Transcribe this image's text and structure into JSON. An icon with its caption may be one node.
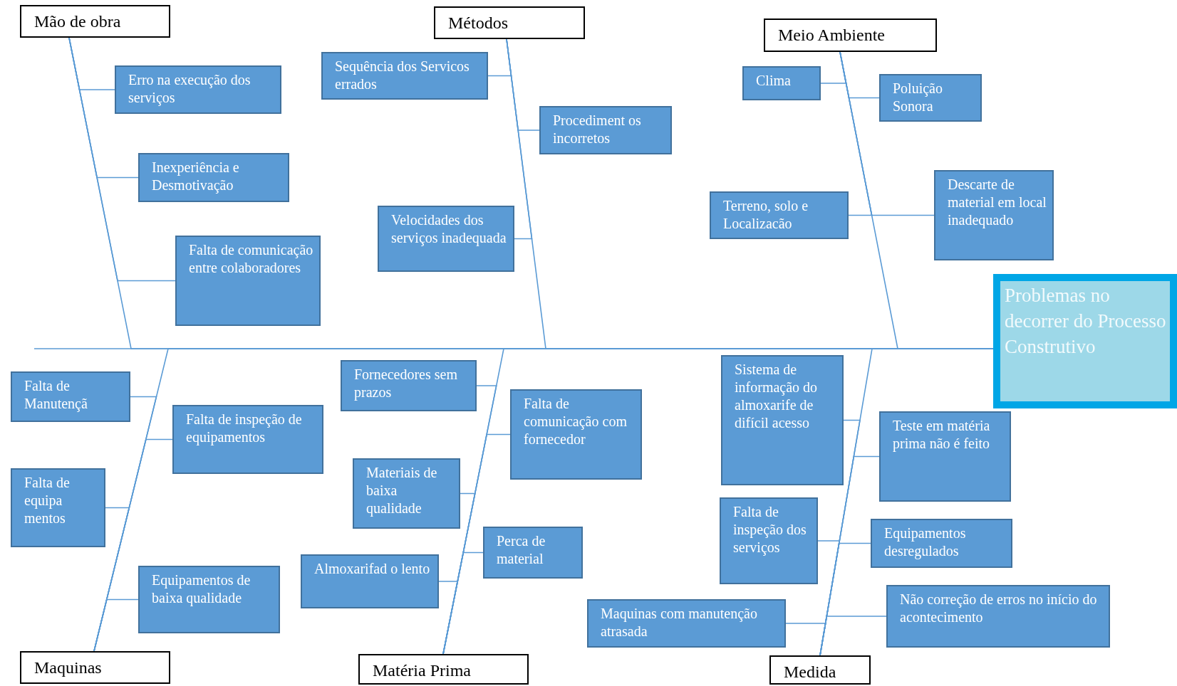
{
  "diagram": {
    "nodes": [
      {
        "text": [
          "Mão de obra"
        ]
      },
      {
        "text": [
          "Erro na execução dos serviços"
        ]
      },
      {
        "text": [
          "Inexperiência e Desmotivação"
        ]
      },
      {
        "text": [
          "Falta de comunicação entre colaboradores"
        ]
      },
      {
        "text": [
          "Métodos"
        ]
      },
      {
        "text": [
          "Sequência dos Servicos errados"
        ]
      },
      {
        "text": [
          "Procediment os incorretos"
        ]
      },
      {
        "text": [
          "Velocidades dos serviços inadequada"
        ]
      },
      {
        "text": [
          "Meio Ambiente"
        ]
      },
      {
        "text": [
          "Clima"
        ]
      },
      {
        "text": [
          "Poluição Sonora"
        ]
      },
      {
        "text": [
          "Terreno, solo e Localizacão"
        ]
      },
      {
        "text": [
          "Descarte de material em local inadequado"
        ]
      },
      {
        "text": [
          "Problemas no decorrer do Processo Construtivo"
        ]
      },
      {
        "text": [
          "Falta de Manutençã"
        ]
      },
      {
        "text": [
          "Falta de inspeção de equipamentos"
        ]
      },
      {
        "text": [
          "Falta de equipa mentos"
        ]
      },
      {
        "text": [
          "Equipamentos de baixa qualidade"
        ]
      },
      {
        "text": [
          "Maquinas"
        ]
      },
      {
        "text": [
          "Fornecedores sem prazos"
        ]
      },
      {
        "text": [
          "Falta de comunicação com fornecedor"
        ]
      },
      {
        "text": [
          "Materiais de baixa qualidade"
        ]
      },
      {
        "text": [
          "Almoxarifad o lento"
        ]
      },
      {
        "text": [
          "Perca de material"
        ]
      },
      {
        "text": [
          "Matéria Prima"
        ]
      },
      {
        "text": [
          "Sistema de informação do almoxarife de difícil acesso"
        ]
      },
      {
        "text": [
          "Teste em matéria prima não é feito"
        ]
      },
      {
        "text": [
          "Falta de inspeção dos serviços"
        ]
      },
      {
        "text": [
          "Equipamentos desregulados"
        ]
      },
      {
        "text": [
          "Maquinas com manutenção atrasada"
        ]
      },
      {
        "text": [
          "Não correção de erros no início do acontecimento"
        ]
      },
      {
        "text": [
          "Medida"
        ]
      }
    ],
    "edges": [
      {
        "from": null,
        "to": 13,
        "arrow": "none"
      },
      {
        "from": 0,
        "to": 13,
        "arrow": "none"
      },
      {
        "from": 4,
        "to": 13,
        "arrow": "none"
      },
      {
        "from": 8,
        "to": 13,
        "arrow": "none"
      },
      {
        "from": 18,
        "to": 13,
        "arrow": "none"
      },
      {
        "from": 24,
        "to": 13,
        "arrow": "none"
      },
      {
        "from": 31,
        "to": 13,
        "arrow": "none"
      },
      {
        "from": 1,
        "to": 0,
        "arrow": "none"
      },
      {
        "from": 2,
        "to": 0,
        "arrow": "none"
      },
      {
        "from": 3,
        "to": 0,
        "arrow": "none"
      },
      {
        "from": 5,
        "to": 4,
        "arrow": "none"
      },
      {
        "from": 6,
        "to": 4,
        "arrow": "none"
      },
      {
        "from": 7,
        "to": 4,
        "arrow": "none"
      },
      {
        "from": 9,
        "to": 8,
        "arrow": "none"
      },
      {
        "from": 10,
        "to": 8,
        "arrow": "none"
      },
      {
        "from": 11,
        "to": 8,
        "arrow": "none"
      },
      {
        "from": 12,
        "to": 8,
        "arrow": "none"
      },
      {
        "from": 14,
        "to": 18,
        "arrow": "none"
      },
      {
        "from": 15,
        "to": 18,
        "arrow": "none"
      },
      {
        "from": 16,
        "to": 18,
        "arrow": "none"
      },
      {
        "from": 17,
        "to": 18,
        "arrow": "none"
      },
      {
        "from": 19,
        "to": 24,
        "arrow": "none"
      },
      {
        "from": 20,
        "to": 24,
        "arrow": "none"
      },
      {
        "from": 21,
        "to": 24,
        "arrow": "none"
      },
      {
        "from": 22,
        "to": 24,
        "arrow": "none"
      },
      {
        "from": 23,
        "to": 24,
        "arrow": "none"
      },
      {
        "from": 25,
        "to": 31,
        "arrow": "none"
      },
      {
        "from": 26,
        "to": 31,
        "arrow": "none"
      },
      {
        "from": 27,
        "to": 31,
        "arrow": "none"
      },
      {
        "from": 28,
        "to": 31,
        "arrow": "none"
      },
      {
        "from": 29,
        "to": 31,
        "arrow": "none"
      },
      {
        "from": 30,
        "to": 31,
        "arrow": "none"
      }
    ]
  }
}
